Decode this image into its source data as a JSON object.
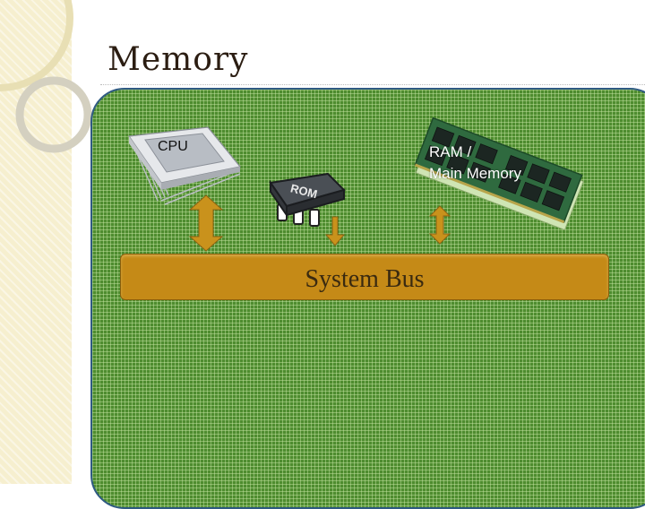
{
  "slide": {
    "title": "Memory"
  },
  "diagram": {
    "cpu_label": "CPU",
    "rom_chip_text": "ROM",
    "ram_label_line1": "RAM /",
    "ram_label_line2": "Main Memory",
    "bus_label": "System Bus"
  },
  "colors": {
    "board_green": "#4e8c2f",
    "bus_gold": "#c58a17",
    "arrow_gold": "#c9921c",
    "board_border": "#2f5a82",
    "side_strip": "#f6efcf"
  },
  "icons": {
    "cpu": "cpu-chip-icon",
    "rom": "rom-chip-icon",
    "ram": "ram-module-icon"
  }
}
